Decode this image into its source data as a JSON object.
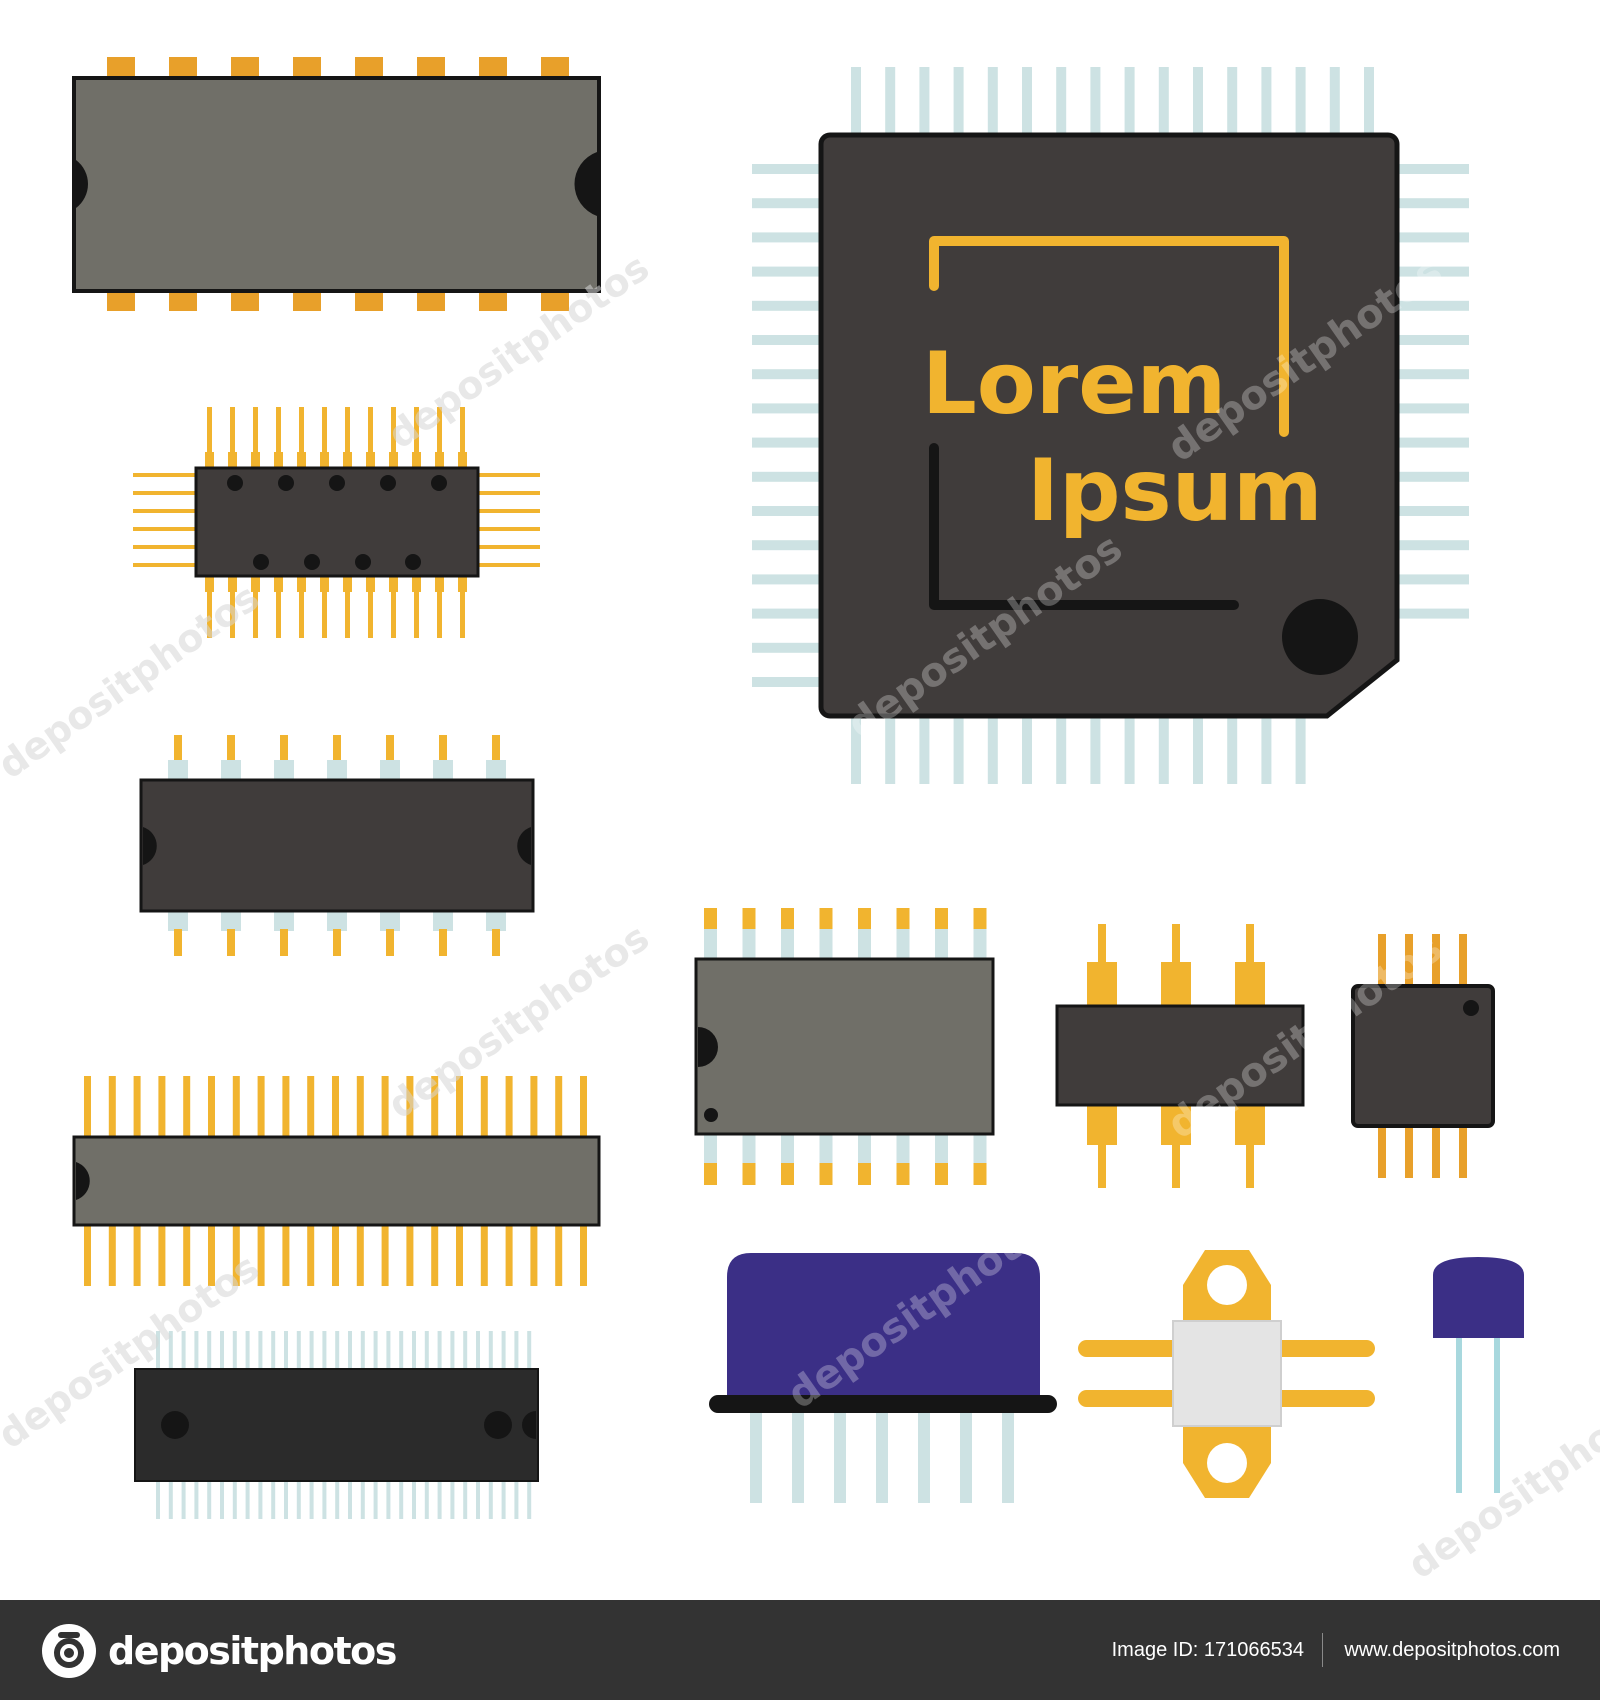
{
  "illustration": {
    "chip_label_line1": "Lorem",
    "chip_label_line2": "Ipsum",
    "watermark": "depositphotos"
  },
  "colors": {
    "gold": "#f1b42f",
    "gold_dark": "#e8a02a",
    "dark_chip": "#403c3b",
    "gray_chip": "#706f68",
    "black": "#151515",
    "pin_light": "#cde2e3",
    "purple": "#3b2f86",
    "light_blue": "#a8d8de",
    "footer": "#333333"
  },
  "footer": {
    "brand": "depositphotos",
    "image_id": "Image ID: 171066534",
    "site": "www.depositphotos.com"
  }
}
